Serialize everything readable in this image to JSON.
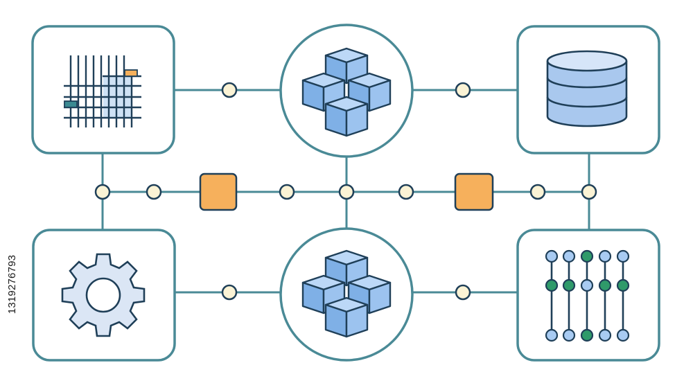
{
  "colors": {
    "background": "#ffffff",
    "stroke": "#4a8a96",
    "dark_line": "#1f3f58",
    "box_fill": "#ffffff",
    "connector_dot": "#fbf3d5",
    "orange": "#f6b05c",
    "cube_light": "#9cc3ef",
    "cube_mid": "#7fb0e6",
    "cube_top": "#bcd8f7",
    "db_fill": "#b9d3f2",
    "gear_fill": "#dbe6f5",
    "teal_accent": "#3b8a92",
    "green_dot": "#2f9a6a",
    "blue_dot": "#a8cbf2"
  },
  "nodes": [
    {
      "id": "grid",
      "icon": "grid-chart-icon"
    },
    {
      "id": "cubes-top",
      "icon": "cubes-icon"
    },
    {
      "id": "database",
      "icon": "database-icon"
    },
    {
      "id": "gear",
      "icon": "gear-icon"
    },
    {
      "id": "cubes-bottom",
      "icon": "cubes-icon"
    },
    {
      "id": "slider-matrix",
      "icon": "slider-matrix-icon"
    }
  ],
  "watermark": {
    "text": "1319276793"
  }
}
